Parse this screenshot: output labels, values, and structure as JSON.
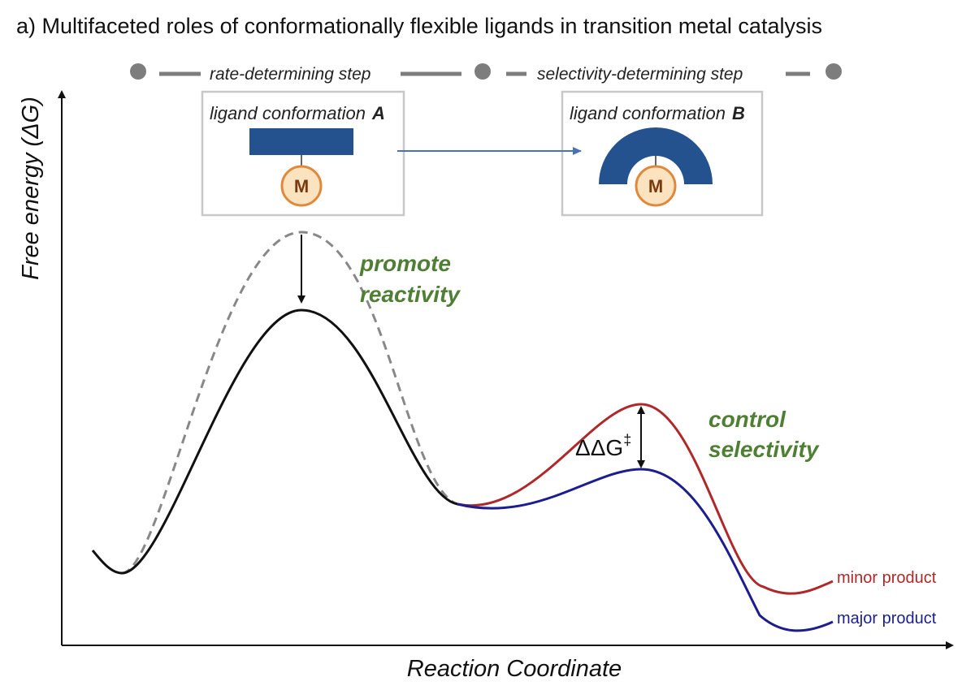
{
  "title": "a) Multifaceted roles of conformationally flexible ligands in transition metal catalysis",
  "axes": {
    "y_label": "Free energy (ΔG)",
    "x_label": "Reaction Coordinate"
  },
  "steps": {
    "rate_determining": "rate-determining  step",
    "selectivity_determining": "selectivity-determining  step"
  },
  "conformations": {
    "a": {
      "label": "ligand conformation",
      "letter": "A",
      "metal": "M"
    },
    "b": {
      "label": "ligand conformation",
      "letter": "B",
      "metal": "M"
    }
  },
  "annotations": {
    "promote_1": "promote",
    "promote_2": "reactivity",
    "control_1": "control",
    "control_2": "selectivity",
    "ddg": "ΔΔG",
    "ddg_super": "‡"
  },
  "products": {
    "minor": "minor product",
    "major": "major product"
  },
  "colors": {
    "ligand_blue": "#24528f",
    "arrow_blue": "#4a72b8",
    "metal_fill": "#fbe3c0",
    "metal_stroke": "#e0893d",
    "green_text": "#4f7f34",
    "minor_red": "#b0282a",
    "major_blue": "#1c1e8f",
    "dashed_gray": "#888888"
  }
}
